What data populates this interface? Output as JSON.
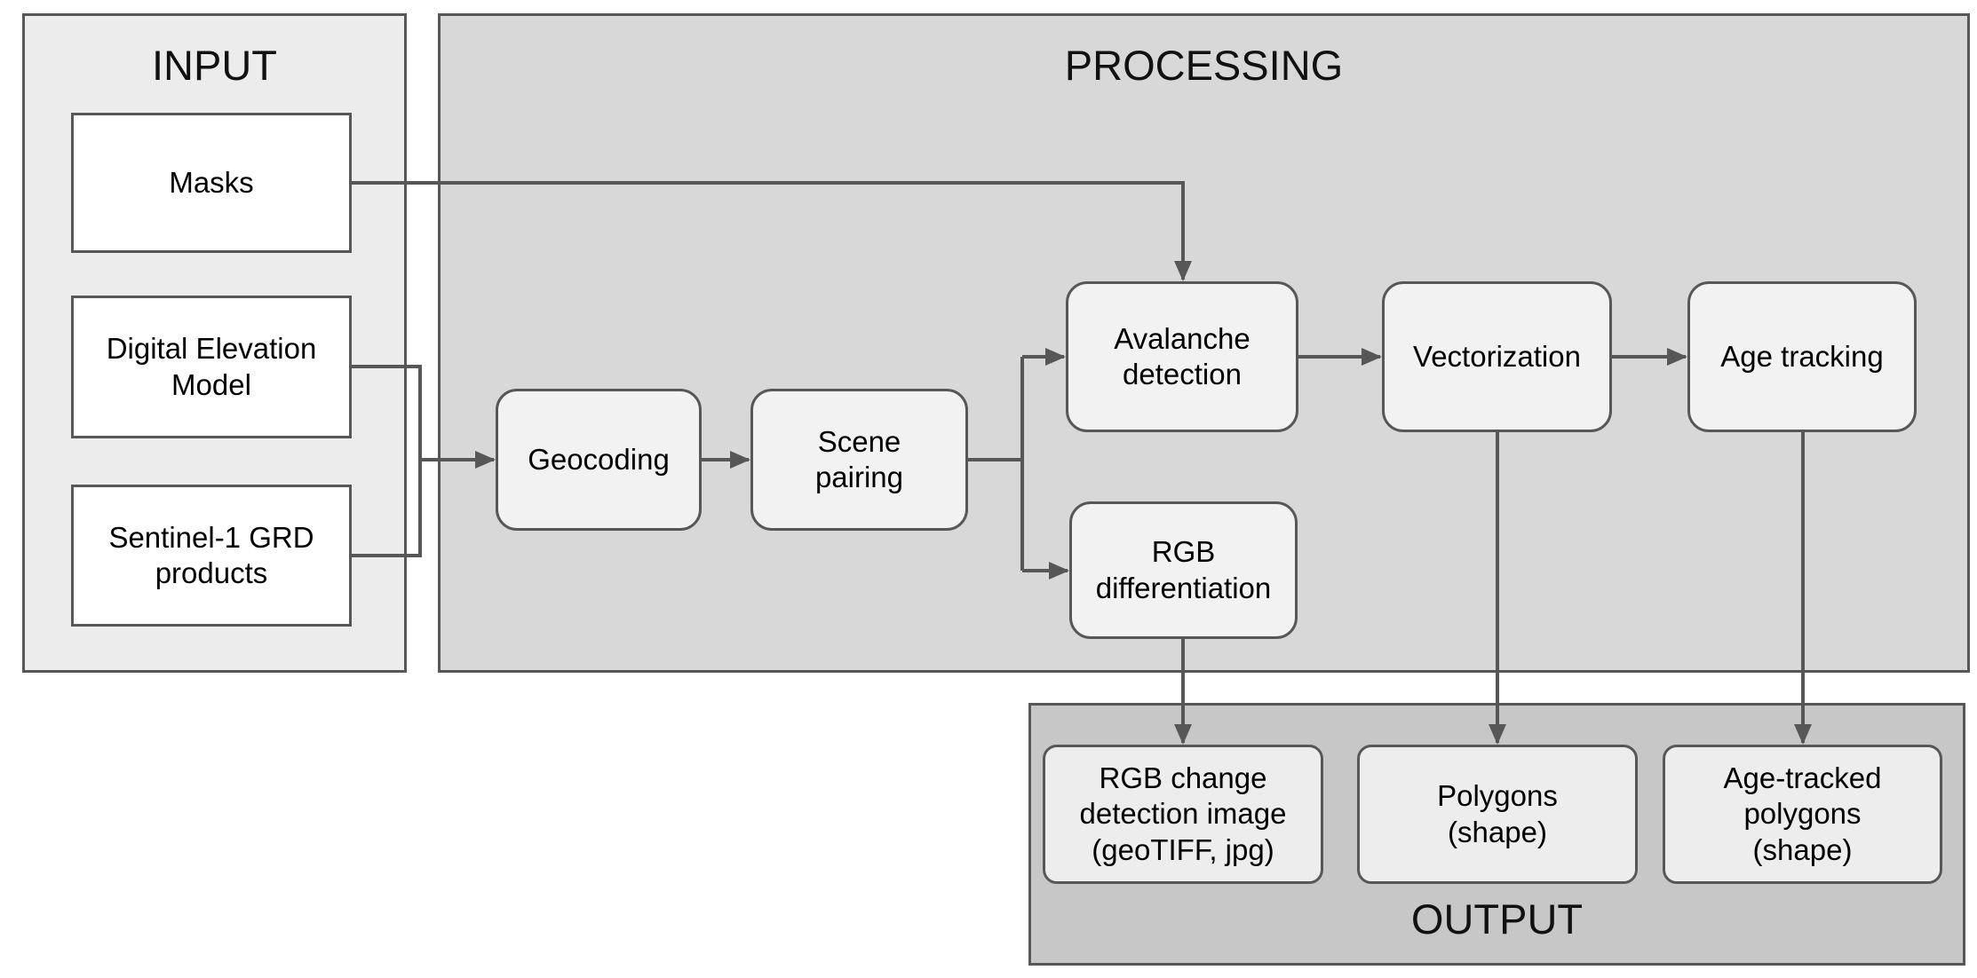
{
  "sections": {
    "input": {
      "label": "INPUT"
    },
    "processing": {
      "label": "PROCESSING"
    },
    "output": {
      "label": "OUTPUT"
    }
  },
  "nodes": {
    "masks": {
      "label": "Masks",
      "section": "input"
    },
    "digital_elevation_model": {
      "label": "Digital Elevation\nModel",
      "section": "input"
    },
    "sentinel_1_grd_products": {
      "label": "Sentinel-1 GRD\nproducts",
      "section": "input"
    },
    "geocoding": {
      "label": "Geocoding",
      "section": "processing"
    },
    "scene_pairing": {
      "label": "Scene\npairing",
      "section": "processing"
    },
    "avalanche_detection": {
      "label": "Avalanche\ndetection",
      "section": "processing"
    },
    "vectorization": {
      "label": "Vectorization",
      "section": "processing"
    },
    "age_tracking": {
      "label": "Age tracking",
      "section": "processing"
    },
    "rgb_differentiation": {
      "label": "RGB\ndifferentiation",
      "section": "processing"
    },
    "rgb_change_detection_image": {
      "label": "RGB change\ndetection image\n(geoTIFF, jpg)",
      "section": "output"
    },
    "polygons": {
      "label": "Polygons\n(shape)",
      "section": "output"
    },
    "age_tracked_polygons": {
      "label": "Age-tracked\npolygons\n(shape)",
      "section": "output"
    }
  },
  "edges": [
    {
      "from": "masks",
      "to": "avalanche_detection"
    },
    {
      "from": "digital_elevation_model",
      "to": "geocoding"
    },
    {
      "from": "sentinel_1_grd_products",
      "to": "geocoding"
    },
    {
      "from": "geocoding",
      "to": "scene_pairing"
    },
    {
      "from": "scene_pairing",
      "to": "avalanche_detection"
    },
    {
      "from": "scene_pairing",
      "to": "rgb_differentiation"
    },
    {
      "from": "avalanche_detection",
      "to": "vectorization"
    },
    {
      "from": "vectorization",
      "to": "age_tracking"
    },
    {
      "from": "vectorization",
      "to": "polygons"
    },
    {
      "from": "age_tracking",
      "to": "age_tracked_polygons"
    },
    {
      "from": "rgb_differentiation",
      "to": "rgb_change_detection_image"
    }
  ],
  "colors": {
    "page_background": "#ffffff",
    "input_section_fill": "#ececec",
    "processing_section_fill": "#d8d8d8",
    "output_section_fill": "#c7c7c7",
    "input_node_fill": "#ffffff",
    "process_node_fill": "#f2f2f2",
    "output_node_fill": "#ededed",
    "border_and_arrow": "#575757",
    "text": "#000000"
  }
}
